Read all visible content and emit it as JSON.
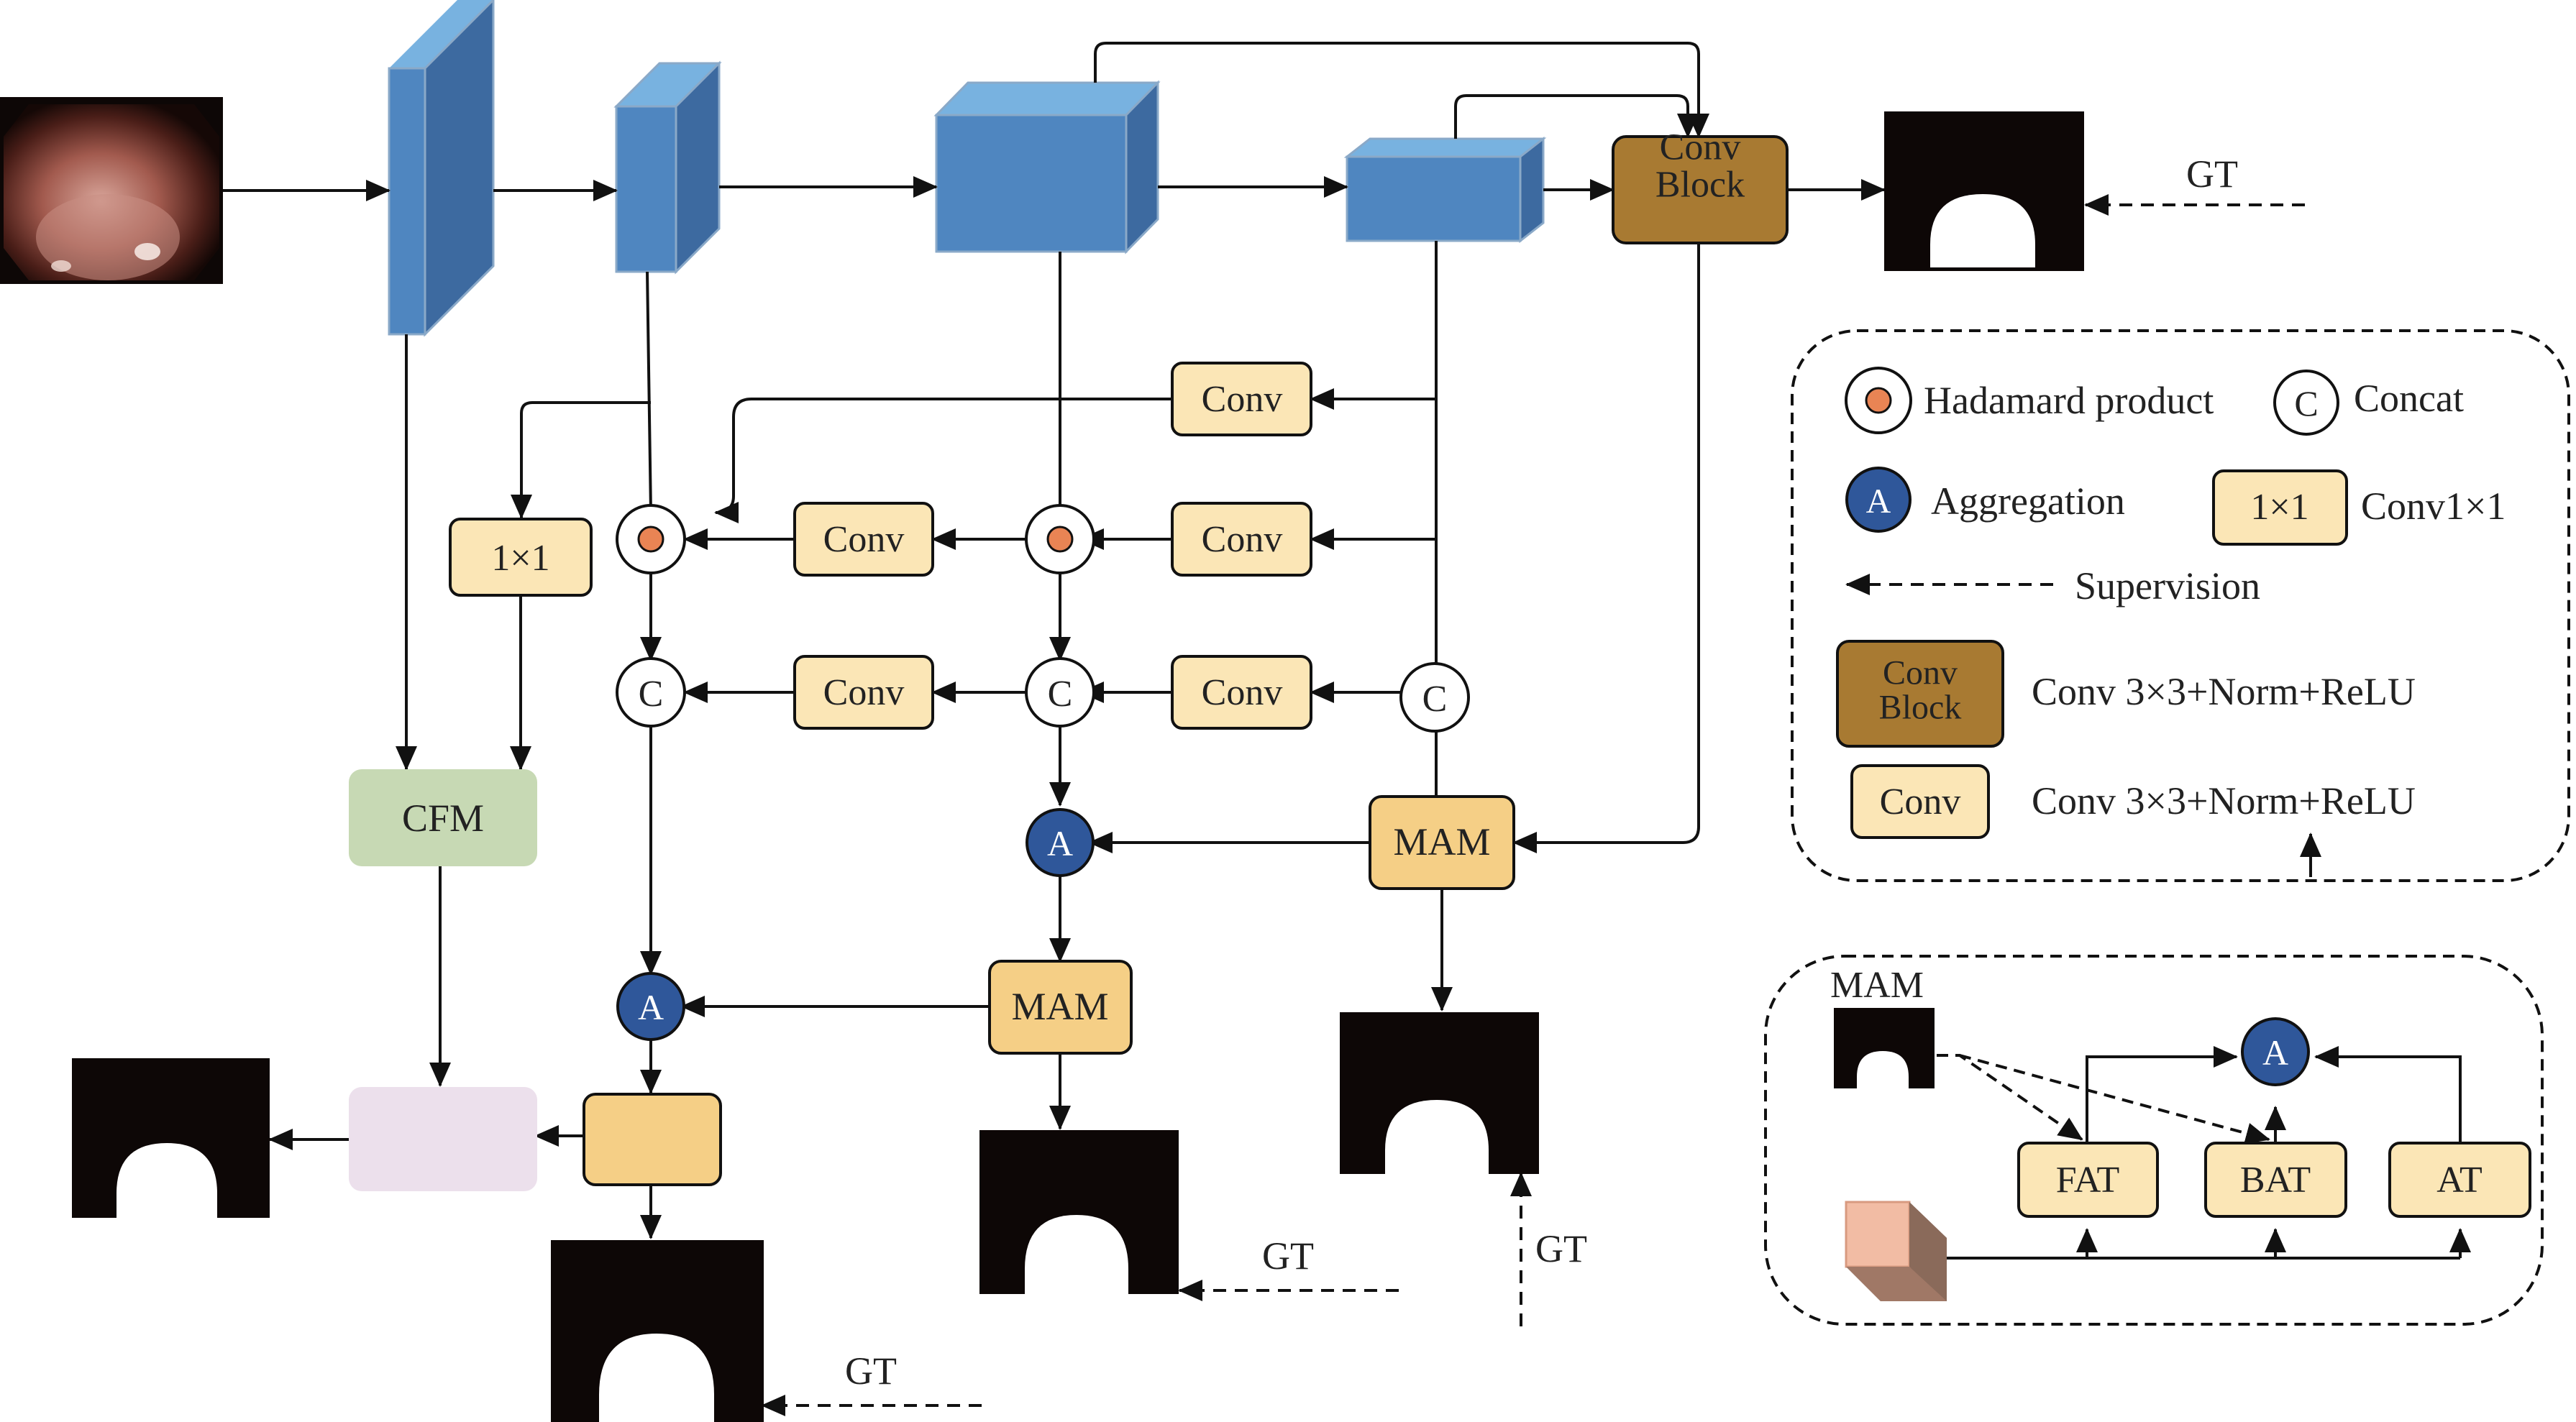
{
  "blocks": {
    "conv_block": "Conv Block",
    "conv": "Conv",
    "one_by_one": "1×1",
    "cfm": "CFM",
    "mam": "MAM",
    "concat_symbol": "C",
    "aggregation_symbol": "A",
    "gt": "GT"
  },
  "legend": {
    "hadamard": "Hadamard product",
    "concat": "Concat",
    "aggregation": "Aggregation",
    "conv1x1": "Conv1×1",
    "supervision": "Supervision",
    "conv_block_desc": "Conv 3×3+Norm+ReLU",
    "conv_desc": "Conv 3×3+Norm+ReLU"
  },
  "mam_detail": {
    "title": "MAM",
    "fat": "FAT",
    "bat": "BAT",
    "at": "AT"
  },
  "colors": {
    "cube_front": "#4f86c0",
    "cube_top": "#78b2e0",
    "cube_side": "#3d6aa0",
    "conv_block": "#a87a32",
    "conv_fill": "#fbe6b6",
    "mam_fill": "#f5cf86",
    "cfm_fill": "#c7d9b4",
    "pink_fill": "#ece0ec",
    "aggregation": "#2f579a",
    "hadamard_dot": "#e98454"
  }
}
